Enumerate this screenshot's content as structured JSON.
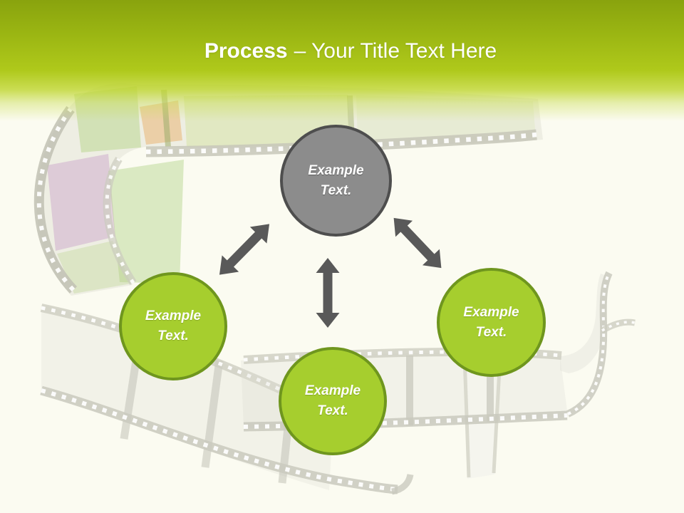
{
  "slide": {
    "title_bold": "Process",
    "title_rest": "– Your Title Text Here"
  },
  "nodes": {
    "center": {
      "line1": "Example",
      "line2": "Text."
    },
    "left": {
      "line1": "Example",
      "line2": "Text."
    },
    "bottom": {
      "line1": "Example",
      "line2": "Text."
    },
    "right": {
      "line1": "Example",
      "line2": "Text."
    }
  },
  "colors": {
    "header_green_top": "#89A30E",
    "header_green_bottom": "#BFD630",
    "background": "#FBFBF1",
    "node_gray_fill": "#8C8C8C",
    "node_gray_border": "#4E4E4E",
    "node_green_fill": "#A6CE2E",
    "node_green_border": "#6F961E",
    "arrow_gray": "#595959",
    "filmstrip_gray": "#C6C6BA",
    "text_white": "#FFFFFF"
  }
}
